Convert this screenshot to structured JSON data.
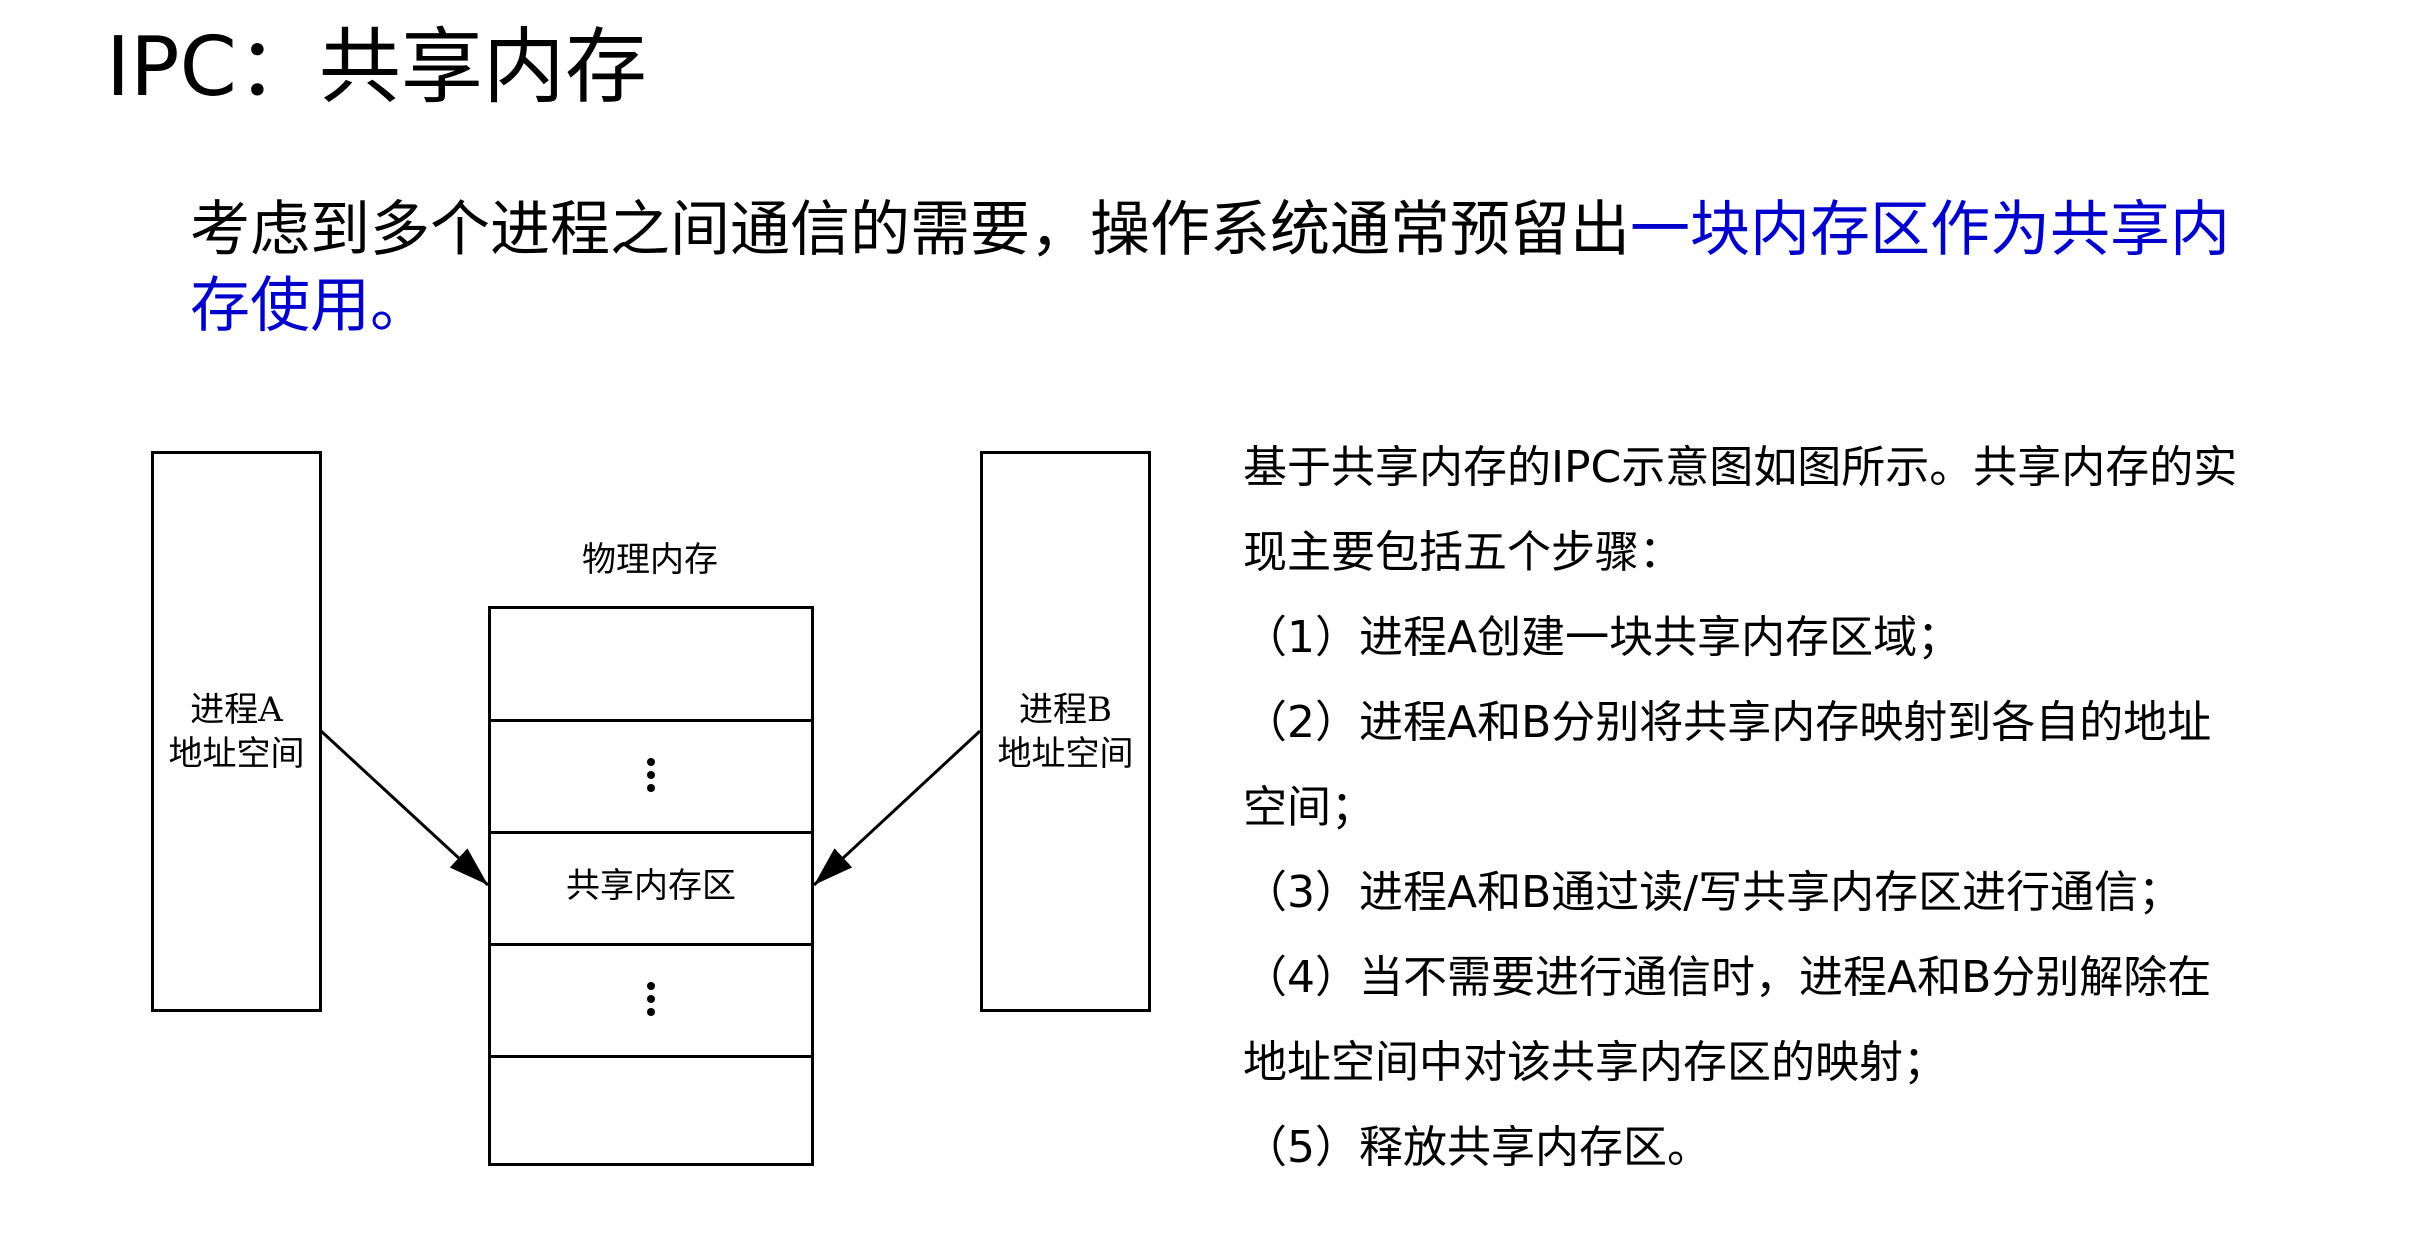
{
  "slide": {
    "title": "IPC：共享内存",
    "intro": {
      "line1_black": "考虑到多个进程之间通信的需要，操作系统通常预留出",
      "line1_blue": "一块内存区作为共享内",
      "line2_blue": "存使用。",
      "highlight_color": "#0000CC"
    },
    "diagram": {
      "process_a": {
        "line1": "进程A",
        "line2": "地址空间"
      },
      "process_b": {
        "line1": "进程B",
        "line2": "地址空间"
      },
      "physical_memory_label": "物理内存",
      "memory_rows": [
        "",
        "⋮",
        "共享内存区",
        "⋮",
        ""
      ],
      "shared_region_label": "共享内存区"
    },
    "description": {
      "lines": [
        "基于共享内存的IPC示意图如图所示。共享内存的实",
        "现主要包括五个步骤：",
        "（1）进程A创建一块共享内存区域；",
        "（2）进程A和B分别将共享内存映射到各自的地址",
        "空间；",
        "（3）进程A和B通过读/写共享内存区进行通信；",
        "（4）当不需要进行通信时，进程A和B分别解除在",
        "地址空间中对该共享内存区的映射；",
        "（5）释放共享内存区。"
      ]
    }
  }
}
